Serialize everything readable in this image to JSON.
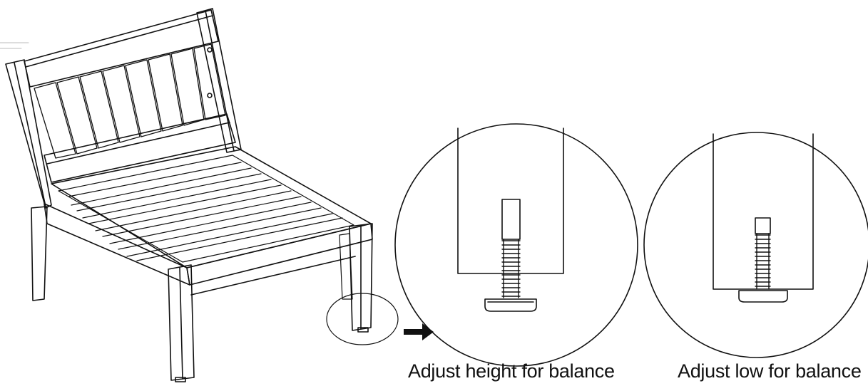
{
  "captions": {
    "height_balance": "Adjust height for balance",
    "low_balance": "Adjust low for balance"
  },
  "icons": {
    "chair": "chair-illustration",
    "arrow": "arrow-right-icon",
    "detail_high": "adjustable-foot-raised",
    "detail_low": "adjustable-foot-lowered"
  },
  "colors": {
    "line": "#111111",
    "background": "#ffffff"
  }
}
